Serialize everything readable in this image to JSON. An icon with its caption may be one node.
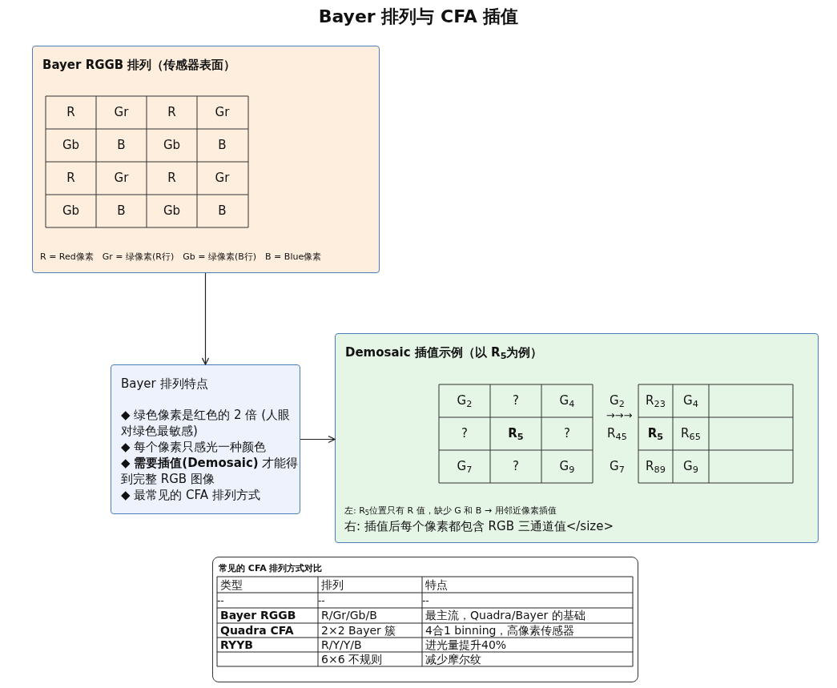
{
  "diagram": {
    "title": "Bayer 排列与 CFA 插值",
    "nodes": [
      {
        "text": [
          "Bayer RGGB 排列（传感器表面）"
        ]
      },
      {
        "text": [
          "Bayer 排列特点",
          "◆ 绿色像素是红色的 2 倍 (人眼对绿色最敏感)",
          "◆ 每个像素只感光一种颜色",
          "◆ **需要插值(Demosaic)** 才能得到完整 RGB 图像",
          "◆ 最常见的 CFA 排列方式"
        ]
      },
      {
        "text": [
          "Demosaic 插值示例（以 R$_{5}$为例）"
        ]
      },
      {
        "text": [
          "常见的 CFA 排列方式对比"
        ]
      }
    ],
    "edges": [
      {
        "from": 0,
        "to": 1,
        "arrow": "to"
      },
      {
        "from": 1,
        "to": 2,
        "arrow": "to"
      }
    ],
    "labels": [
      "R",
      "Gr",
      "R",
      "Gr",
      "Gb",
      "B",
      "Gb",
      "B",
      "R",
      "Gr",
      "R",
      "Gr",
      "Gb",
      "B",
      "Gb",
      "B",
      "R = Red像素　Gr = 绿像素(R行)　Gb = 绿像素(B行)　B = Blue像素",
      "G$_{2}$",
      "?",
      "G$_{4}$",
      "?",
      "R$_{5}$",
      "?",
      "G$_{7}$",
      "?",
      "G$_{9}$",
      "G$_{2}$",
      "R$_{23}$",
      "G$_{4}$",
      "R$_{45}$",
      "R$_{5}$",
      "R$_{65}$",
      "G$_{7}$",
      "R$_{89}$",
      "G$_{9}$",
      "→→→",
      "左: R$_{5}$位置只有 R 值，缺少 G 和 B → 用邻近像素插值",
      "右: 插值后每个像素都包含 RGB 三通道值</size>",
      "类型",
      "排列",
      "特点",
      "--",
      "--",
      "--",
      "Bayer RGGB",
      "R/Gr/Gb/B",
      "最主流，Quadra/Bayer 的基础",
      "Quadra CFA",
      "2×2 Bayer 簇",
      "4合1 binning，高像素传感器",
      "RYYB",
      "R/Y/Y/B",
      "进光量提升40%",
      "6×6 不规则",
      "减少摩尔纹"
    ]
  }
}
